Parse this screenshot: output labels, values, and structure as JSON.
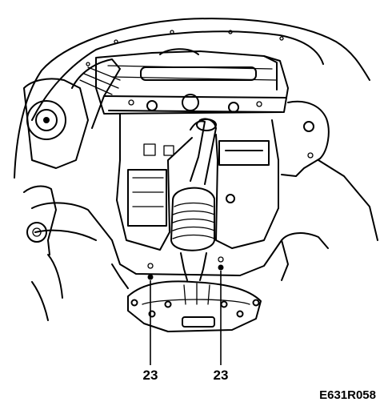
{
  "callouts": [
    {
      "label": "23"
    },
    {
      "label": "23"
    }
  ],
  "figure_code": "E631R058"
}
